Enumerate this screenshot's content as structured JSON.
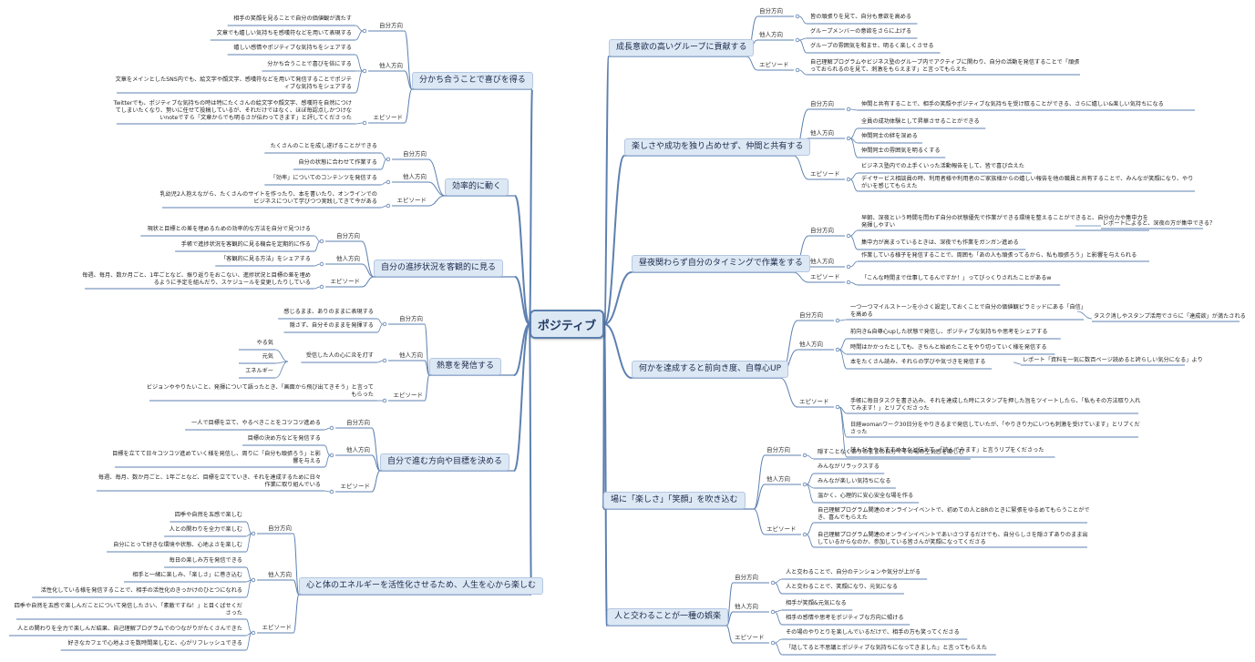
{
  "center": "ポジティブ",
  "cat": {
    "self": "自分方向",
    "other": "他人方向",
    "ep": "エピソード"
  },
  "branches": {
    "lt1": {
      "title": "分かち合うことで喜びを得る",
      "self": [
        "相手の笑顔を見ることで自分の価値観が満たす",
        "文章でも嬉しい気持ちを感嘆符などを用いて表現する"
      ],
      "other": [
        "嬉しい感情やポジティブな気持ちをシェアする",
        "分かち合うことで喜びを倍にする",
        "文章をメインとしたSNS内でも、絵文字や顔文字、感嘆符などを用いて発信することでポジティブな気持ちをシェアする"
      ],
      "ep": [
        "Twitterでも、ポジティブな気持ちの時は特にたくさんの絵文字や顔文字、感嘆符を自然につけてしまいたくなり、勢いに任せて投稿しているが、それだけではなく、ほぼ毎認点しかつけないnoteですら「文章からでも明るさが伝わってきます」と評してくださった"
      ]
    },
    "lt2": {
      "title": "効率的に動く",
      "self": [
        "たくさんのことを成し遂げることができる",
        "自分の状態に合わせて作業する"
      ],
      "other": [
        "「効率」についてのコンテンツを発信する"
      ],
      "ep": [
        "乳幼児2人抱えながら、たくさんのサイトを作ったり、本を書いたり、オンラインでのビジネスについて学びつつ実践してきて今がある"
      ]
    },
    "lt3": {
      "title": "自分の進捗状況を客観的に見る",
      "self": [
        "現状と目標との差を埋めるための効率的な方法を自分で見つける",
        "手帳で進捗状況を客観的に見る機会を定期的に作る"
      ],
      "other": [
        "「客観的に見る方法」をシェアする"
      ],
      "ep": [
        "毎週、毎月、数か月ごと、1年ごとなど、振り返りをおこない、進捗状況と目標の差を埋めるように予定を組んだり、スケジュールを変更したりしている"
      ]
    },
    "lt4": {
      "title": "熱意を発信する",
      "self": [
        "感じるまま、ありのままに表現する",
        "隠さず、自分そのままを発揮する"
      ],
      "other": [
        "受信した人の心に炎を灯す"
      ],
      "otherSub": [
        "やる気",
        "元気",
        "エネルギー"
      ],
      "ep": [
        "ビジョンややりたいこと、発揮について語ったとき、「画面から飛び出てきそう」と言ってもらった"
      ]
    },
    "lt5": {
      "title": "自分で進む方向や目標を決める",
      "self": [
        "一人で目標を立て、やるべきことをコツコツ進める"
      ],
      "other": [
        "目標の決め方などを発信する",
        "目標を立てて日々コツコツ進めていく様を発信し、周りに「自分も頑張ろう」と影響を与える"
      ],
      "ep": [
        "毎週、毎月、数か月ごと、1年ごとなど、目標を立てていき、それを達成するために日々作業に取り組んでいる"
      ]
    },
    "lt6": {
      "title": "心と体のエネルギーを活性化させるため、人生を心から楽しむ",
      "self": [
        "四季や自然を五感で楽しむ",
        "人との関わりを全力で楽しむ",
        "自分にとって好きな環境や状態、心地よさを楽しむ"
      ],
      "other": [
        "毎日の楽しみ方を発信できる",
        "相手と一緒に楽しみ、「楽しさ」に巻き込む",
        "活性化している様を発信することで、相手の活性化のきっかけのひとつになれる"
      ],
      "ep": [
        "四季や自然を五感で楽しんだことについて発信したさい、「素敵ですね！」と目くばせくださった",
        "人との関わりを全力で楽しんだ結果、自己理解プログラムでのつながりがたくさんできた",
        "好きなカフェで心地よさを数時間楽しむと、心がリフレッシュできる"
      ]
    },
    "rt1": {
      "title": "成長意欲の高いグループに貢献する",
      "self": [
        "皆の頑張りを見て、自分も意欲を高める"
      ],
      "other": [
        "グループメンバーの意欲をさらに上げる",
        "グループの雰囲気を和ませ、明るく楽しくさせる"
      ],
      "ep": [
        "自己理解プログラムやビジネス塾のグループ内でアクティブに関わり、自分の活動を発信することで「頑張っておられるのを見て、刺激をもらえます」と言ってもらえた"
      ]
    },
    "rt2": {
      "title": "楽しさや成功を独り占めせず、仲間と共有する",
      "self": [
        "仲間と共有することで、相手の笑顔やポジティブな気持ちを受け取ることができる、さらに嬉しい&楽しい気持ちになる"
      ],
      "other": [
        "全員の成功体験として昇華させることができる",
        "仲間同士の絆を深める",
        "仲間同士の雰囲気を明るくする"
      ],
      "ep": [
        "ビジネス塾内での上手くいった活動報告をして、皆で喜び合えた",
        "デイサービス相談員の時、利用者様や利用者のご家族様からの嬉しい報告を他の職員と共有することで、みんなが笑顔になり、やりがいを感じてもらえた"
      ]
    },
    "rt3": {
      "title": "昼夜関わらず自分のタイミングで作業をする",
      "self": [
        "早朝、深夜という時間を問わず自分の状態優先で作業ができる環境を整えることができると、自分の力や集中力を発揮しやすい",
        "集中力が高まっているときは、深夜でも作業をガンガン進める"
      ],
      "selfNote": "レポートによると、深夜の方が集中できる？",
      "other": [
        "作業している様子を発信することで、周囲も「あの人も頑張ってるから、私も頑張ろう」と影響を与えられる"
      ],
      "ep": [
        "「こんな時間まで仕事してるんですか！」ってびっくりされたことがあるw"
      ]
    },
    "rt4": {
      "title": "何かを達成すると前向き度、自尊心UP",
      "self": [
        "一つ一つマイルストーンを小さく設定しておくことで自分の価値観ピラミッドにある「自信」を高める"
      ],
      "selfNote": "タスク消しやスタンプ活用でさらに「達成欲」が満たされる",
      "other": [
        "前向き&自尊心upした状態で発信し、ポジティブな気持ちや思考をシェアする",
        "時間はかかったとしても、きちんと始めたことをやり切っていく様を発信する",
        "本をたくさん読み、それらの学びや気づきを発信する"
      ],
      "otherNote": "レポート「資料を一気に数百ページ読めると誇らしい気分になる」より",
      "ep": [
        "手帳に毎日タスクを書き込み、それを達成した時にスタンプを押した旨をツイートしたら、「私もその方法取り入れてみます！」とリプくださった",
        "日経womanワーク30日分をやりきるまで発信していたが、「やりきり力にいつも刺激を受けています」とリプくださった",
        "読んだ本やおすすめ本など伝えて、「読んでみます」と言うリプをくださった"
      ]
    },
    "rt5": {
      "title": "場に「楽しさ」「笑顔」を吹き込む",
      "self": [
        "隠すことなくありのままの自分でその場の空気感を楽しむ"
      ],
      "other": [
        "みんながリラックスする",
        "みんなが楽しい気持ちになる",
        "温かく、心理的に安心安全な場を作る"
      ],
      "ep": [
        "自己理解プログラム関連のオンラインイベントで、初めての人とBRのときに緊張をゆるめてもらうことができ、喜んでもらえた",
        "自己理解プログラム関連のオンラインイベントであいさつするだけでも、自分らしさを隠さずありのまま出しているからなのか、参加している皆さんが笑顔になってくださる"
      ]
    },
    "rt6": {
      "title": "人と交わることが一種の娯楽",
      "self": [
        "人と交わることで、自分のテンションや気分が上がる",
        "人と交わることで、笑顔になり、元気になる"
      ],
      "other": [
        "相手が笑顔&元気になる",
        "相手の感情や思考をポジティブな方向に傾ける"
      ],
      "ep": [
        "その場のやりとりを楽しんでいるだけで、相手の方も笑ってくださる",
        "「話してると不思議とポジティブな気持ちになってきました」と言ってもらえた"
      ]
    }
  }
}
